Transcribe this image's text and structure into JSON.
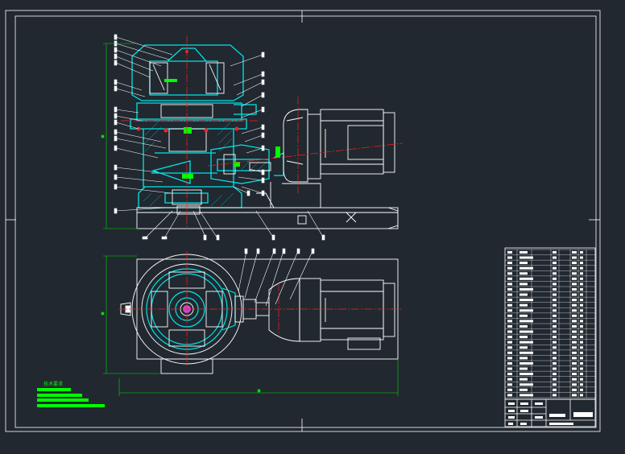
{
  "drawing": {
    "background": "#212830",
    "colors": {
      "outline": "#ffffff",
      "section": "#00e5e5",
      "centerline": "#ff2020",
      "dimension": "#00e000",
      "highlight": "#00ff00",
      "hatch": "#00bcbc"
    },
    "notes_title": "技术要求",
    "notes_lines": 4,
    "bom_rows": 28
  },
  "icons": {
    "motor_upper": "electric-motor-side-icon",
    "motor_lower": "electric-motor-plan-icon",
    "gearbox": "bevel-gearbox-section-icon",
    "plan_gear": "ring-gear-plan-icon",
    "anchor_mark": "cross-mark-icon"
  }
}
